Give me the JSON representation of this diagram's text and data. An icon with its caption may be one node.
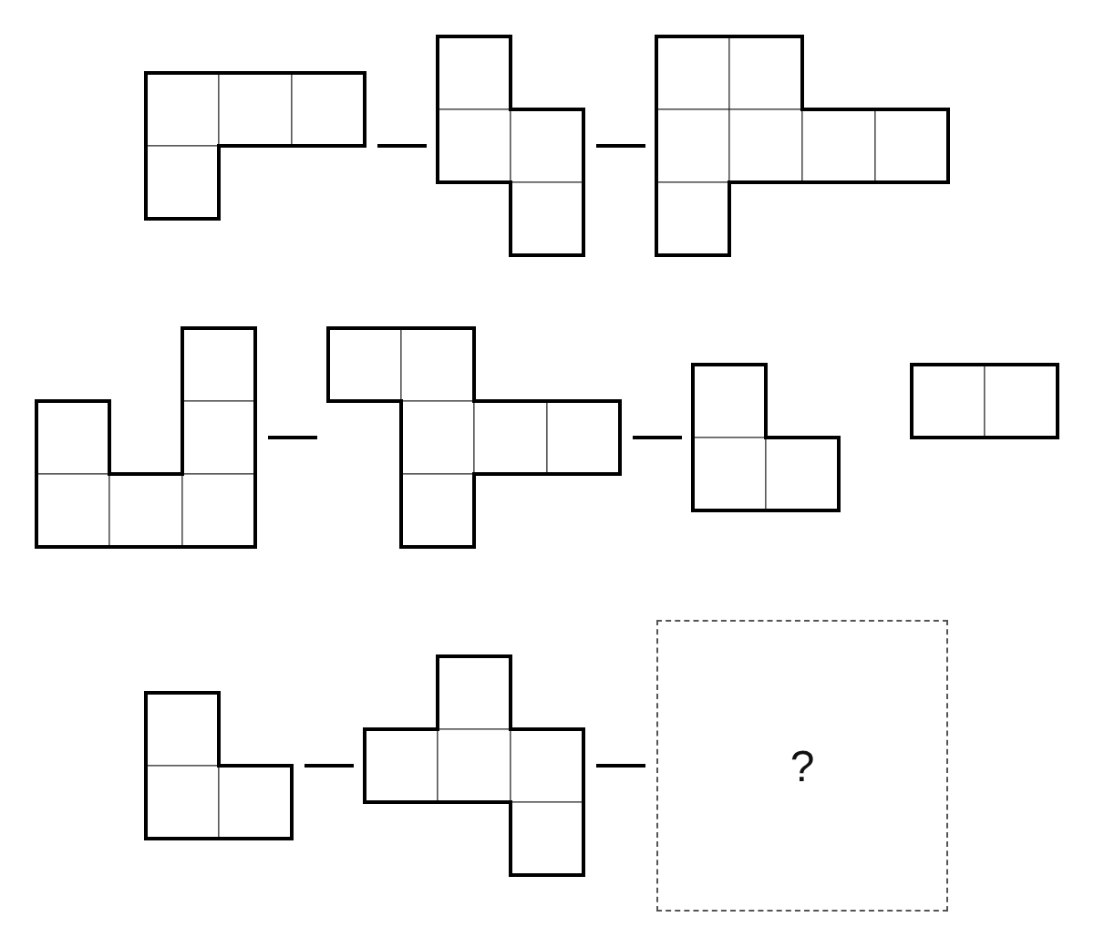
{
  "diagram": {
    "nodes": [
      {
        "text": [],
        "shape": "polyomino"
      },
      {
        "text": [],
        "shape": "polyomino"
      },
      {
        "text": [],
        "shape": "polyomino"
      },
      {
        "text": [],
        "shape": "polyomino"
      },
      {
        "text": [],
        "shape": "polyomino"
      },
      {
        "text": [],
        "shape": "polyomino"
      },
      {
        "text": [],
        "shape": "polyomino"
      },
      {
        "text": [],
        "shape": "polyomino"
      },
      {
        "text": [],
        "shape": "polyomino"
      },
      {
        "text": [
          "?"
        ]
      }
    ],
    "edges": [
      {
        "from": 0,
        "to": 1,
        "arrow": "none"
      },
      {
        "from": 1,
        "to": 2,
        "arrow": "none"
      },
      {
        "from": 3,
        "to": 4,
        "arrow": "none"
      },
      {
        "from": 4,
        "to": 5,
        "arrow": "none"
      },
      {
        "from": 7,
        "to": 8,
        "arrow": "none"
      },
      {
        "from": 8,
        "to": 9,
        "arrow": "none"
      }
    ]
  }
}
